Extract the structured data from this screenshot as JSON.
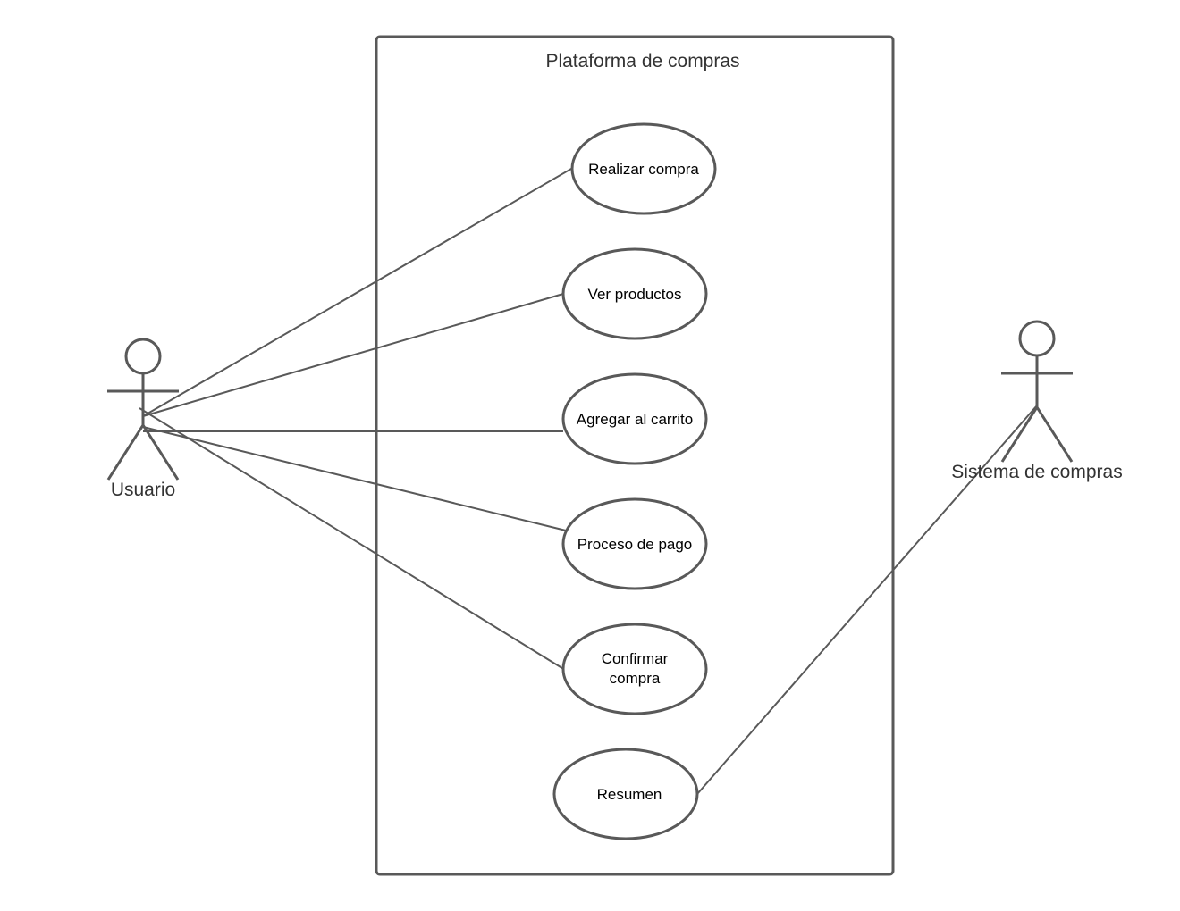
{
  "system": {
    "title": "Plataforma de compras"
  },
  "actors": [
    {
      "id": "usuario",
      "label": "Usuario"
    },
    {
      "id": "sistema",
      "label": "Sistema de compras"
    }
  ],
  "use_cases": [
    {
      "id": "uc1",
      "lines": [
        "Realizar compra"
      ]
    },
    {
      "id": "uc2",
      "lines": [
        "Ver productos"
      ]
    },
    {
      "id": "uc3",
      "lines": [
        "Agregar al carrito"
      ]
    },
    {
      "id": "uc4",
      "lines": [
        "Proceso de pago"
      ]
    },
    {
      "id": "uc5",
      "lines": [
        "Confirmar",
        "compra"
      ]
    },
    {
      "id": "uc6",
      "lines": [
        "Resumen"
      ]
    }
  ],
  "associations": [
    {
      "from": "usuario",
      "to": "uc1"
    },
    {
      "from": "usuario",
      "to": "uc2"
    },
    {
      "from": "usuario",
      "to": "uc3"
    },
    {
      "from": "usuario",
      "to": "uc4"
    },
    {
      "from": "usuario",
      "to": "uc5"
    },
    {
      "from": "sistema",
      "to": "uc6"
    }
  ],
  "colors": {
    "stroke": "#595959",
    "text": "#333333",
    "background": "#ffffff"
  }
}
